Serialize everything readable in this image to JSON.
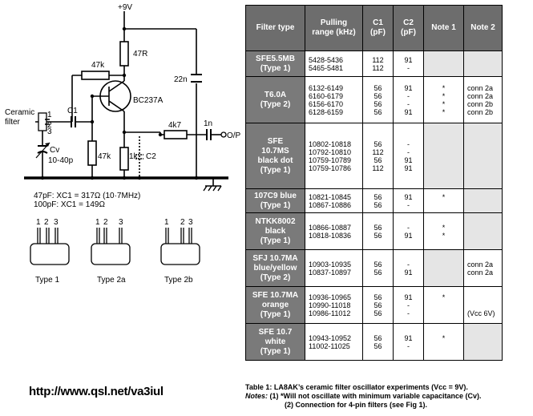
{
  "schematic": {
    "supply": "+9V",
    "r_top": "47R",
    "r_bias": "47k",
    "transistor": "BC237A",
    "c_bypass": "22n",
    "filter_label_1": "Ceramic",
    "filter_label_2": "filter",
    "pin_1": "1",
    "pin_2": "2",
    "pin_3": "3",
    "c1": "C1",
    "cv": "Cv",
    "cv_range": "10-40p",
    "r_base": "47k",
    "r_emitter": "1k",
    "c2": "C2",
    "r_out": "4k7",
    "c_out": "1n",
    "output": "O/P",
    "eq1": "47pF: XC1 = 317Ω (10·7MHz)",
    "eq2": "100pF: XC1 = 149Ω"
  },
  "pinouts": [
    {
      "label": "Type 1",
      "pins": [
        "1",
        "2",
        "3"
      ]
    },
    {
      "label": "Type 2a",
      "pins": [
        "1",
        "2",
        "3"
      ]
    },
    {
      "label": "Type 2b",
      "pins": [
        "1",
        "2",
        "3"
      ]
    }
  ],
  "url": "http://www.qsl.net/va3iul",
  "table": {
    "headers": [
      "Filter type",
      "Pulling range (kHz)",
      "C1 (pF)",
      "C2 (pF)",
      "Note 1",
      "Note 2"
    ],
    "rows": [
      {
        "name": [
          "SFE5.5MB",
          "(Type 1)"
        ],
        "range": [
          "5428-5436",
          "5465-5481"
        ],
        "c1": [
          "112",
          "112"
        ],
        "c2": [
          "91",
          "-"
        ],
        "n1": [],
        "n2": []
      },
      {
        "name": [
          "T6.0A",
          "(Type 2)"
        ],
        "range": [
          "6132-6149",
          "6160-6179",
          "6156-6170",
          "6128-6159"
        ],
        "c1": [
          "56",
          "56",
          "56",
          "56"
        ],
        "c2": [
          "91",
          "-",
          "-",
          "91"
        ],
        "n1": [
          "*",
          "*",
          "*",
          "*"
        ],
        "n2": [
          "conn 2a",
          "conn 2a",
          "conn 2b",
          "conn 2b"
        ]
      },
      {
        "name": [
          "SFE",
          "10.7MS",
          "black dot",
          "(Type 1)"
        ],
        "range": [
          "10802-10818",
          "10792-10810",
          "10759-10789",
          "10759-10786"
        ],
        "c1": [
          "56",
          "112",
          "56",
          "112"
        ],
        "c2": [
          "-",
          "-",
          "91",
          "91"
        ],
        "n1": [],
        "n2": []
      },
      {
        "name": [
          "107C9 blue",
          "(Type 1)"
        ],
        "range": [
          "10821-10845",
          "10867-10886"
        ],
        "c1": [
          "56",
          "56"
        ],
        "c2": [
          "91",
          "-"
        ],
        "n1": [
          "*",
          ""
        ],
        "n2": []
      },
      {
        "name": [
          "NTKK8002",
          "black",
          "(Type 1)"
        ],
        "range": [
          "10866-10887",
          "10818-10836"
        ],
        "c1": [
          "56",
          "56"
        ],
        "c2": [
          "-",
          "91"
        ],
        "n1": [
          "*",
          "*"
        ],
        "n2": []
      },
      {
        "name": [
          "SFJ 10.7MA",
          "blue/yellow",
          "(Type 2)"
        ],
        "range": [
          "10903-10935",
          "10837-10897"
        ],
        "c1": [
          "56",
          "56"
        ],
        "c2": [
          "-",
          "91"
        ],
        "n1": [],
        "n2": [
          "conn 2a",
          "conn 2a"
        ]
      },
      {
        "name": [
          "SFE 10.7MA",
          "orange",
          "(Type 1)"
        ],
        "range": [
          "10936-10965",
          "10990-11018",
          "10986-11012"
        ],
        "c1": [
          "56",
          "56",
          "56"
        ],
        "c2": [
          "91",
          "-",
          "-"
        ],
        "n1": [
          "*",
          "",
          ""
        ],
        "n2": [
          "",
          "",
          "(Vcc 6V)"
        ]
      },
      {
        "name": [
          "SFE 10.7",
          "white",
          "(Type 1)"
        ],
        "range": [
          "10943-10952",
          "11002-11025"
        ],
        "c1": [
          "56",
          "56"
        ],
        "c2": [
          "91",
          "-"
        ],
        "n1": [
          "*",
          ""
        ],
        "n2": []
      }
    ]
  },
  "caption": {
    "line1": "Table 1: LA8AK’s ceramic filter oscillator experiments (Vcc = 9V).",
    "notes_label": "Notes:",
    "line2": "(1) *Will not oscillate with minimum variable capacitance (Cv).",
    "line3": "(2) Connection for 4-pin filters (see Fig 1)."
  }
}
